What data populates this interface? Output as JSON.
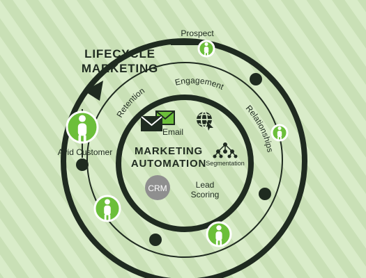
{
  "colors": {
    "background": "#d9ecc9",
    "stripe": "#c9e0b6",
    "ring": "#1f2b20",
    "green": "#6cbf3a",
    "gray": "#8f8f8f"
  },
  "diagram": {
    "outer_title_line1": "LIFECYCLE",
    "outer_title_line2": "MARKETING",
    "inner_title_line1": "MARKETING",
    "inner_title_line2": "AUTOMATION",
    "labels": {
      "prospect": "Prospect",
      "engagement": "Engagement",
      "relationships": "Relationships",
      "retention": "Retention",
      "avid_customer": "Avid Customer",
      "email": "Email",
      "segmentation": "Segmentation",
      "crm": "CRM",
      "lead": "Lead",
      "scoring": "Scoring"
    },
    "icons": {
      "envelope": "envelope-icon",
      "globe": "globe-icon",
      "network": "network-icon",
      "person": "person-icon",
      "triangle": "arrow-triangle-icon"
    }
  }
}
